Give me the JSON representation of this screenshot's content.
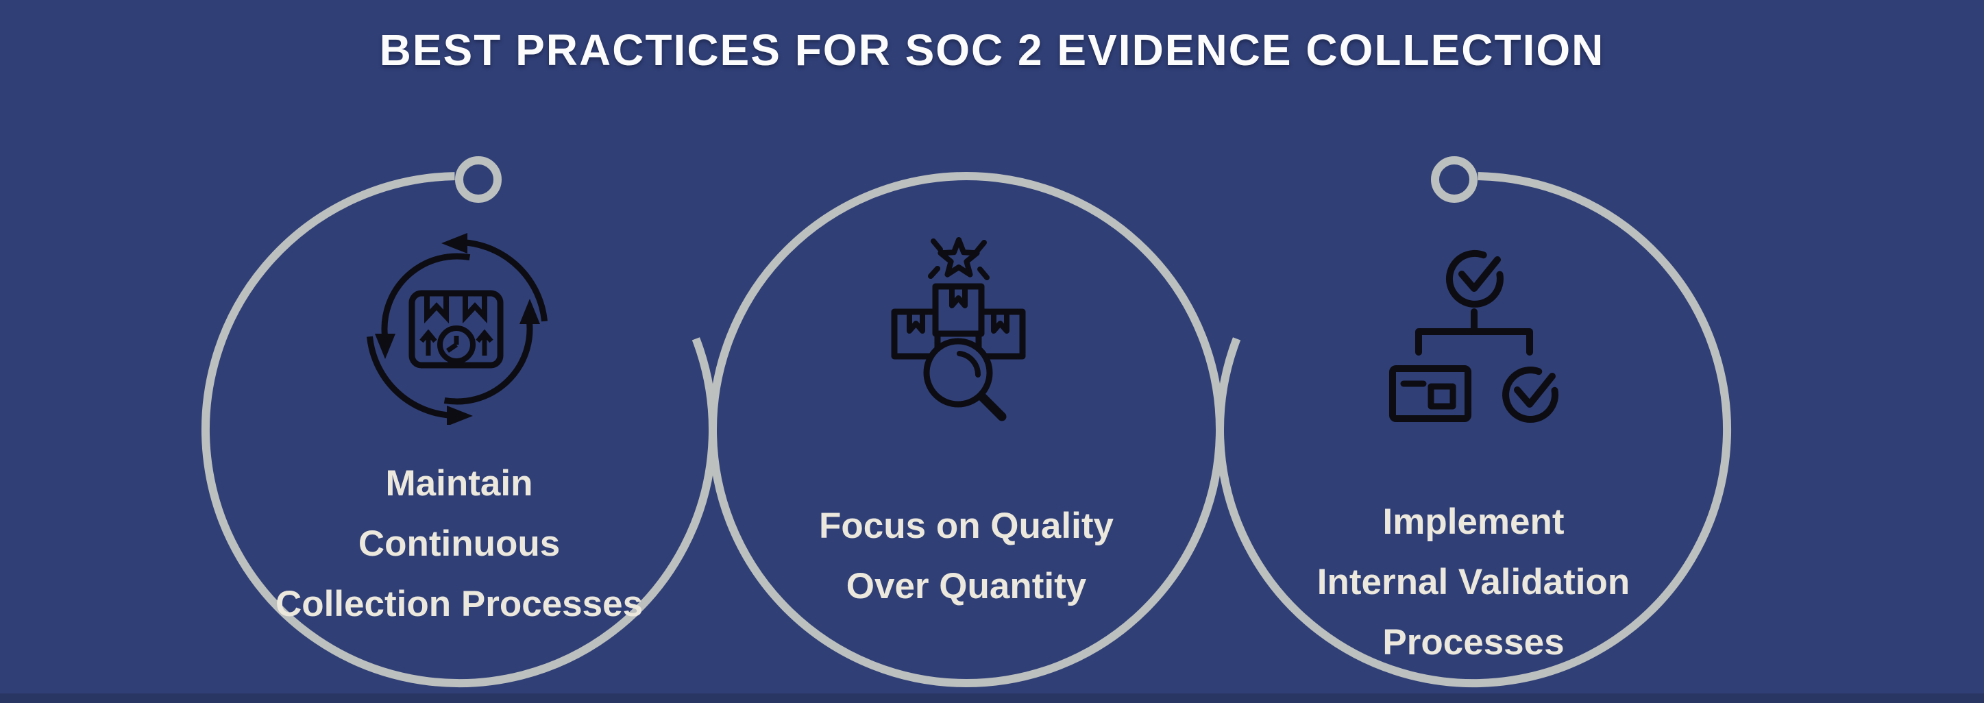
{
  "title": "BEST PRACTICES FOR SOC 2 EVIDENCE COLLECTION",
  "colors": {
    "background": "#303f76",
    "bottom_strip": "#293563",
    "circle_stroke": "#bcc0bf",
    "icon_stroke": "#0c0c12",
    "title_text": "#fcfcfc",
    "body_text": "#ece8dd"
  },
  "items": [
    {
      "icon": "continuous-cycle-package-icon",
      "label_lines": [
        "Maintain",
        "Continuous",
        "Collection Processes"
      ]
    },
    {
      "icon": "quality-magnifier-boxes-icon",
      "label_lines": [
        "Focus on Quality",
        "Over Quantity"
      ]
    },
    {
      "icon": "validation-flowchart-checks-icon",
      "label_lines": [
        "Implement",
        "Internal Validation",
        "Processes"
      ]
    }
  ]
}
